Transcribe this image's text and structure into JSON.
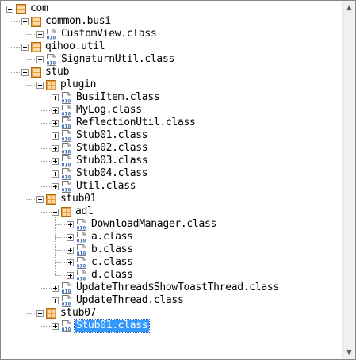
{
  "tree": {
    "nodes": [
      {
        "label": "com",
        "depth": 0,
        "type": "package",
        "expanded": true
      },
      {
        "label": "common.busi",
        "depth": 1,
        "type": "package",
        "expanded": true
      },
      {
        "label": "CustomView.class",
        "depth": 2,
        "type": "class",
        "expanded": false
      },
      {
        "label": "qihoo.util",
        "depth": 1,
        "type": "package",
        "expanded": true
      },
      {
        "label": "SignaturnUtil.class",
        "depth": 2,
        "type": "class",
        "expanded": false
      },
      {
        "label": "stub",
        "depth": 1,
        "type": "package",
        "expanded": true
      },
      {
        "label": "plugin",
        "depth": 2,
        "type": "package",
        "expanded": true
      },
      {
        "label": "BusiItem.class",
        "depth": 3,
        "type": "class",
        "expanded": false
      },
      {
        "label": "MyLog.class",
        "depth": 3,
        "type": "class",
        "expanded": false
      },
      {
        "label": "ReflectionUtil.class",
        "depth": 3,
        "type": "class",
        "expanded": false
      },
      {
        "label": "Stub01.class",
        "depth": 3,
        "type": "class",
        "expanded": false
      },
      {
        "label": "Stub02.class",
        "depth": 3,
        "type": "class",
        "expanded": false
      },
      {
        "label": "Stub03.class",
        "depth": 3,
        "type": "class",
        "expanded": false
      },
      {
        "label": "Stub04.class",
        "depth": 3,
        "type": "class",
        "expanded": false
      },
      {
        "label": "Util.class",
        "depth": 3,
        "type": "class",
        "expanded": false
      },
      {
        "label": "stub01",
        "depth": 2,
        "type": "package",
        "expanded": true
      },
      {
        "label": "adl",
        "depth": 3,
        "type": "package",
        "expanded": true
      },
      {
        "label": "DownloadManager.class",
        "depth": 4,
        "type": "class",
        "expanded": false
      },
      {
        "label": "a.class",
        "depth": 4,
        "type": "class",
        "expanded": false
      },
      {
        "label": "b.class",
        "depth": 4,
        "type": "class",
        "expanded": false
      },
      {
        "label": "c.class",
        "depth": 4,
        "type": "class",
        "expanded": false
      },
      {
        "label": "d.class",
        "depth": 4,
        "type": "class",
        "expanded": false
      },
      {
        "label": "UpdateThread$ShowToastThread.class",
        "depth": 3,
        "type": "class",
        "expanded": false
      },
      {
        "label": "UpdateThread.class",
        "depth": 3,
        "type": "class",
        "expanded": false
      },
      {
        "label": "stub07",
        "depth": 2,
        "type": "package",
        "expanded": true
      },
      {
        "label": "Stub01.class",
        "depth": 3,
        "type": "class",
        "expanded": false,
        "selected": true
      }
    ]
  },
  "icons": {
    "package": "package-icon",
    "class": "class-file-icon",
    "expanded": "minus-box-icon",
    "collapsed": "plus-box-icon"
  },
  "colors": {
    "selection": "#3399ff",
    "package_orange": "#e8a040",
    "class_blue": "#3a6fb8"
  }
}
